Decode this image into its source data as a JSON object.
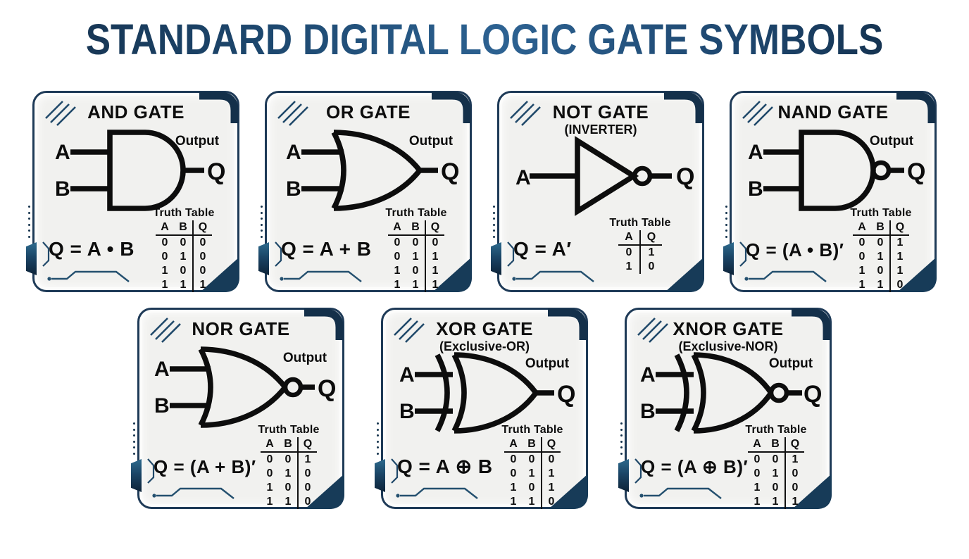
{
  "page": {
    "title": "STANDARD DIGITAL LOGIC GATE SYMBOLS"
  },
  "labels": {
    "truth_table": "Truth Table",
    "output": "Output"
  },
  "colors": {
    "title_navy": "#1d4063",
    "card_border_navy": "#1e3a57",
    "accent_navy": "#173b58",
    "decoration_steel_blue": "#24506f",
    "card_background": "#f1f1ef",
    "ink": "#0d0d0d",
    "page_background": "#ffffff"
  },
  "gates": [
    {
      "row": 1,
      "symbol": "and",
      "name": "AND GATE",
      "subtitle": "",
      "inputs": [
        "A",
        "B"
      ],
      "output": "Q",
      "show_output_label": true,
      "equation": "Q = A • B",
      "table": {
        "headers": [
          "A",
          "B",
          "Q"
        ],
        "rows": [
          [
            "0",
            "0",
            "0"
          ],
          [
            "0",
            "1",
            "0"
          ],
          [
            "1",
            "0",
            "0"
          ],
          [
            "1",
            "1",
            "1"
          ]
        ]
      }
    },
    {
      "row": 1,
      "symbol": "or",
      "name": "OR GATE",
      "subtitle": "",
      "inputs": [
        "A",
        "B"
      ],
      "output": "Q",
      "show_output_label": true,
      "equation": "Q = A + B",
      "table": {
        "headers": [
          "A",
          "B",
          "Q"
        ],
        "rows": [
          [
            "0",
            "0",
            "0"
          ],
          [
            "0",
            "1",
            "1"
          ],
          [
            "1",
            "0",
            "1"
          ],
          [
            "1",
            "1",
            "1"
          ]
        ]
      }
    },
    {
      "row": 1,
      "symbol": "not",
      "name": "NOT GATE",
      "subtitle": "(INVERTER)",
      "inputs": [
        "A"
      ],
      "output": "Q",
      "show_output_label": false,
      "equation": "Q = A′",
      "table": {
        "headers": [
          "A",
          "Q"
        ],
        "rows": [
          [
            "0",
            "1"
          ],
          [
            "1",
            "0"
          ]
        ]
      }
    },
    {
      "row": 1,
      "symbol": "nand",
      "name": "NAND GATE",
      "subtitle": "",
      "inputs": [
        "A",
        "B"
      ],
      "output": "Q",
      "show_output_label": true,
      "equation": "Q = (A • B)′",
      "table": {
        "headers": [
          "A",
          "B",
          "Q"
        ],
        "rows": [
          [
            "0",
            "0",
            "1"
          ],
          [
            "0",
            "1",
            "1"
          ],
          [
            "1",
            "0",
            "1"
          ],
          [
            "1",
            "1",
            "0"
          ]
        ]
      }
    },
    {
      "row": 2,
      "symbol": "nor",
      "name": "NOR GATE",
      "subtitle": "",
      "inputs": [
        "A",
        "B"
      ],
      "output": "Q",
      "show_output_label": true,
      "equation": "Q = (A + B)′",
      "table": {
        "headers": [
          "A",
          "B",
          "Q"
        ],
        "rows": [
          [
            "0",
            "0",
            "1"
          ],
          [
            "0",
            "1",
            "0"
          ],
          [
            "1",
            "0",
            "0"
          ],
          [
            "1",
            "1",
            "0"
          ]
        ]
      }
    },
    {
      "row": 2,
      "symbol": "xor",
      "name": "XOR GATE",
      "subtitle": "(Exclusive-OR)",
      "inputs": [
        "A",
        "B"
      ],
      "output": "Q",
      "show_output_label": true,
      "equation": "Q = A ⊕ B",
      "table": {
        "headers": [
          "A",
          "B",
          "Q"
        ],
        "rows": [
          [
            "0",
            "0",
            "0"
          ],
          [
            "0",
            "1",
            "1"
          ],
          [
            "1",
            "0",
            "1"
          ],
          [
            "1",
            "1",
            "0"
          ]
        ]
      }
    },
    {
      "row": 2,
      "symbol": "xnor",
      "name": "XNOR GATE",
      "subtitle": "(Exclusive-NOR)",
      "inputs": [
        "A",
        "B"
      ],
      "output": "Q",
      "show_output_label": true,
      "equation": "Q = (A ⊕ B)′",
      "table": {
        "headers": [
          "A",
          "B",
          "Q"
        ],
        "rows": [
          [
            "0",
            "0",
            "1"
          ],
          [
            "0",
            "1",
            "0"
          ],
          [
            "1",
            "0",
            "0"
          ],
          [
            "1",
            "1",
            "1"
          ]
        ]
      }
    }
  ]
}
